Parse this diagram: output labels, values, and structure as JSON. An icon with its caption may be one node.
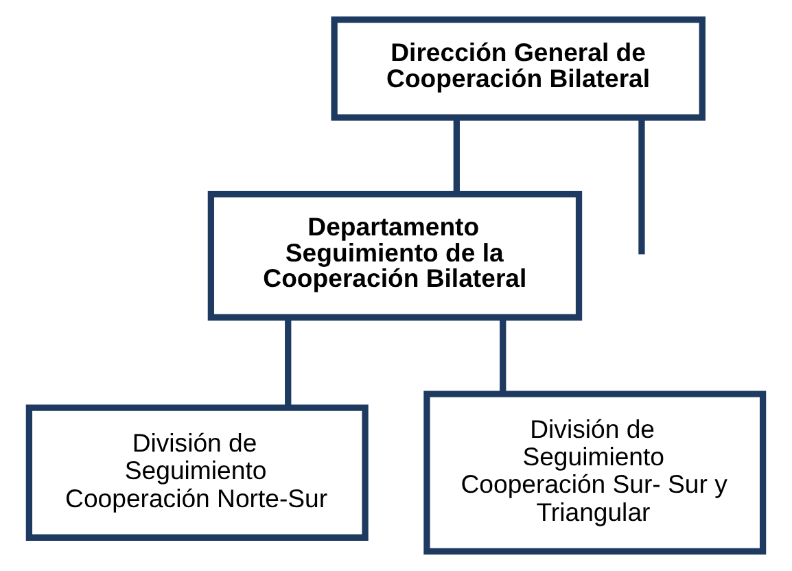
{
  "diagram": {
    "nodes": [
      {
        "text": [
          "Dirección General de Cooperación Bilateral"
        ]
      },
      {
        "text": [
          "Departamento Seguimiento de la Cooperación Bilateral"
        ]
      },
      {
        "text": [
          "División de Seguimiento Cooperación Norte-Sur"
        ]
      },
      {
        "text": [
          "División de Seguimiento Cooperación Sur- Sur y Triangular"
        ]
      }
    ],
    "edges": [
      {
        "from": 0,
        "to": 1,
        "arrow": "none"
      },
      {
        "from": 0,
        "to": null,
        "arrow": "none"
      },
      {
        "from": 1,
        "to": 2,
        "arrow": "none"
      },
      {
        "from": 1,
        "to": 3,
        "arrow": "none"
      }
    ]
  }
}
